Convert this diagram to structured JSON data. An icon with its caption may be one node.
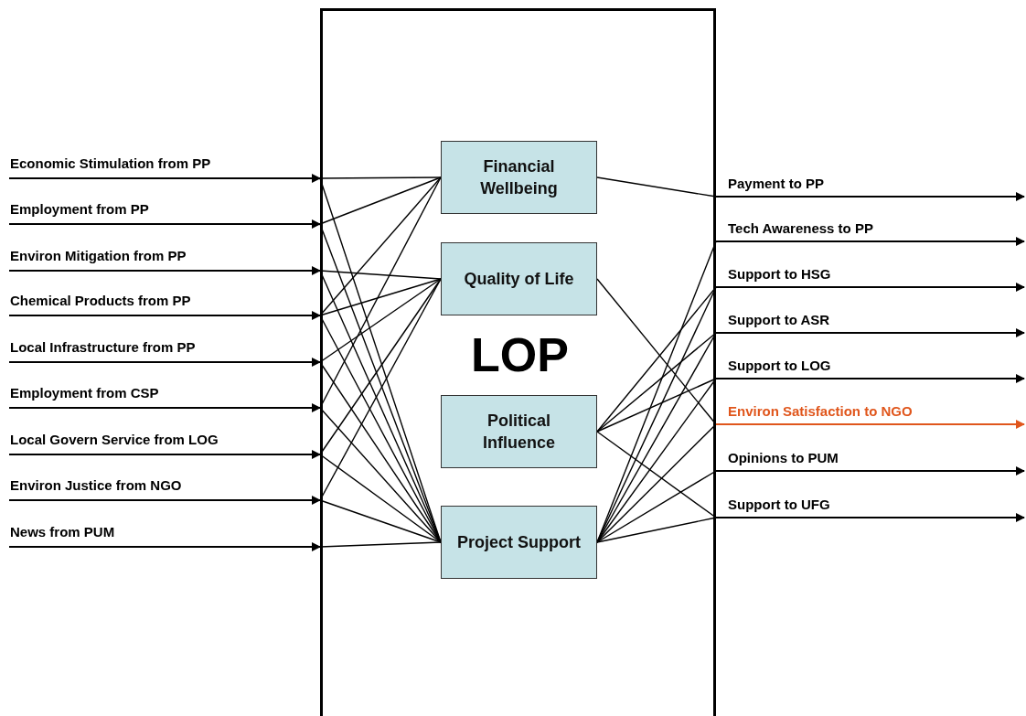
{
  "diagram": {
    "nodes": [
      {
        "text": [
          "LOP"
        ]
      },
      {
        "text": [
          "Financial Wellbeing"
        ],
        "in": 0
      },
      {
        "text": [
          "Quality of Life"
        ],
        "in": 0
      },
      {
        "text": [
          "Political Influence"
        ],
        "in": 0
      },
      {
        "text": [
          "Project Support"
        ],
        "in": 0
      },
      {
        "text": [
          "Economic Stimulation from PP"
        ]
      },
      {
        "text": [
          "Employment from PP"
        ]
      },
      {
        "text": [
          "Environ Mitigation from PP"
        ]
      },
      {
        "text": [
          "Chemical Products from PP"
        ]
      },
      {
        "text": [
          "Local Infrastructure from PP"
        ]
      },
      {
        "text": [
          "Employment from CSP"
        ]
      },
      {
        "text": [
          "Local Govern Service from LOG"
        ]
      },
      {
        "text": [
          "Environ Justice from NGO"
        ]
      },
      {
        "text": [
          "News from PUM"
        ]
      }
    ],
    "edges": [
      {
        "from": 5,
        "to": 0,
        "arrow": "to"
      },
      {
        "from": 6,
        "to": 0,
        "arrow": "to"
      },
      {
        "from": 7,
        "to": 0,
        "arrow": "to"
      },
      {
        "from": 8,
        "to": 0,
        "arrow": "to"
      },
      {
        "from": 9,
        "to": 0,
        "arrow": "to"
      },
      {
        "from": 10,
        "to": 0,
        "arrow": "to"
      },
      {
        "from": 11,
        "to": 0,
        "arrow": "to"
      },
      {
        "from": 12,
        "to": 0,
        "arrow": "to"
      },
      {
        "from": 13,
        "to": 0,
        "arrow": "to"
      },
      {
        "from": 0,
        "to": 1,
        "arrow": "none"
      },
      {
        "from": 0,
        "to": 1,
        "arrow": "none"
      },
      {
        "from": 0,
        "to": 1,
        "arrow": "none"
      },
      {
        "from": 0,
        "to": 1,
        "arrow": "none"
      },
      {
        "from": 0,
        "to": 2,
        "arrow": "none"
      },
      {
        "from": 0,
        "to": 2,
        "arrow": "none"
      },
      {
        "from": 0,
        "to": 2,
        "arrow": "none"
      },
      {
        "from": 0,
        "to": 2,
        "arrow": "none"
      },
      {
        "from": 0,
        "to": 2,
        "arrow": "none"
      },
      {
        "from": 0,
        "to": 4,
        "arrow": "none"
      },
      {
        "from": 0,
        "to": 4,
        "arrow": "none"
      },
      {
        "from": 0,
        "to": 4,
        "arrow": "none"
      },
      {
        "from": 0,
        "to": 4,
        "arrow": "none"
      },
      {
        "from": 0,
        "to": 4,
        "arrow": "none"
      },
      {
        "from": 0,
        "to": 4,
        "arrow": "none"
      },
      {
        "from": 0,
        "to": 4,
        "arrow": "none"
      },
      {
        "from": 0,
        "to": 4,
        "arrow": "none"
      },
      {
        "from": 0,
        "to": 4,
        "arrow": "none"
      },
      {
        "from": 1,
        "to": 0,
        "arrow": "none"
      },
      {
        "from": 2,
        "to": 0,
        "arrow": "none"
      },
      {
        "from": 3,
        "to": 0,
        "arrow": "none"
      },
      {
        "from": 3,
        "to": 0,
        "arrow": "none"
      },
      {
        "from": 3,
        "to": 0,
        "arrow": "none"
      },
      {
        "from": 3,
        "to": 0,
        "arrow": "none"
      },
      {
        "from": 4,
        "to": 0,
        "arrow": "none"
      },
      {
        "from": 4,
        "to": 0,
        "arrow": "none"
      },
      {
        "from": 4,
        "to": 0,
        "arrow": "none"
      },
      {
        "from": 4,
        "to": 0,
        "arrow": "none"
      },
      {
        "from": 4,
        "to": 0,
        "arrow": "none"
      },
      {
        "from": 4,
        "to": 0,
        "arrow": "none"
      },
      {
        "from": 4,
        "to": 0,
        "arrow": "none"
      },
      {
        "from": 0,
        "to": null,
        "arrow": "to",
        "label": "Payment to PP"
      },
      {
        "from": 0,
        "to": null,
        "arrow": "to",
        "label": "Tech Awareness to PP"
      },
      {
        "from": 0,
        "to": null,
        "arrow": "to",
        "label": "Support to HSG"
      },
      {
        "from": 0,
        "to": null,
        "arrow": "to",
        "label": "Support to ASR"
      },
      {
        "from": 0,
        "to": null,
        "arrow": "to",
        "label": "Support to LOG"
      },
      {
        "from": 0,
        "to": null,
        "arrow": "to",
        "label": "Environ Satisfaction to NGO",
        "color": "#e0561c"
      },
      {
        "from": 0,
        "to": null,
        "arrow": "to",
        "label": "Opinions to PUM"
      },
      {
        "from": 0,
        "to": null,
        "arrow": "to",
        "label": "Support to UFG"
      }
    ]
  }
}
